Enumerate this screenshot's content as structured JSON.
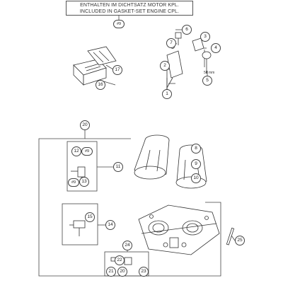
{
  "note": {
    "line1": "ENTHALTEN IM DICHTSATZ MOTOR KPL.",
    "line2": "INCLUDED IN GASKET-SET ENGINE CPL."
  },
  "callouts": {
    "c1": "1",
    "c2": "2",
    "c3": "3",
    "c4": "4",
    "c5": "5",
    "c6": "6",
    "c7": "7",
    "c8": "8",
    "c9": "9",
    "c10": "10",
    "c11": "11",
    "c12": "12",
    "c13": "13",
    "c14": "14",
    "c15": "15",
    "c16": "16",
    "c17": "17",
    "c20": "20",
    "c21": "21",
    "c22": "22",
    "c23": "23",
    "c24": "24",
    "c25": "25",
    "h9_top": "#9",
    "h9_a": "#9",
    "h9_b": "#9"
  },
  "dimension": "50 mm"
}
